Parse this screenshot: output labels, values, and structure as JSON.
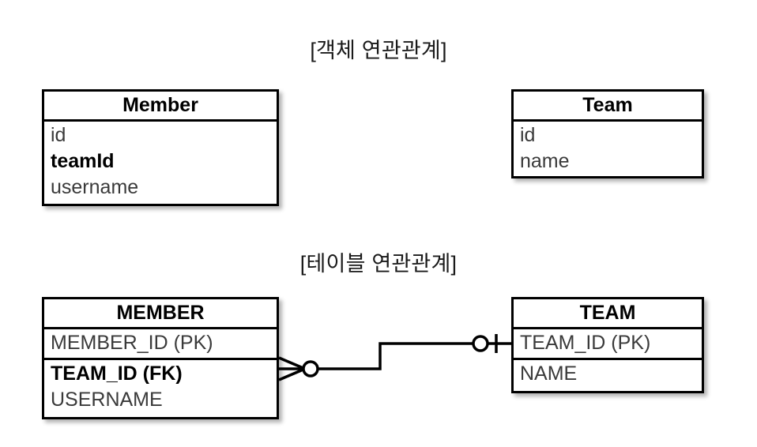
{
  "diagram": {
    "sections": [
      {
        "id": "object-model",
        "caption": "[객체 연관관계]",
        "boxes": [
          {
            "id": "member-entity",
            "title": "Member",
            "attributes": [
              {
                "label": "id",
                "emphasis": false
              },
              {
                "label": "teamId",
                "emphasis": true
              },
              {
                "label": "username",
                "emphasis": false
              }
            ]
          },
          {
            "id": "team-entity",
            "title": "Team",
            "attributes": [
              {
                "label": "id",
                "emphasis": false
              },
              {
                "label": "name",
                "emphasis": false
              }
            ]
          }
        ]
      },
      {
        "id": "table-model",
        "caption": "[테이블 연관관계]",
        "boxes": [
          {
            "id": "member-table",
            "title": "MEMBER",
            "groups": [
              [
                {
                  "label": "MEMBER_ID (PK)",
                  "emphasis": false
                }
              ],
              [
                {
                  "label": "TEAM_ID (FK)",
                  "emphasis": true
                },
                {
                  "label": "USERNAME",
                  "emphasis": false
                }
              ]
            ]
          },
          {
            "id": "team-table",
            "title": "TEAM",
            "groups": [
              [
                {
                  "label": "TEAM_ID (PK)",
                  "emphasis": false
                }
              ],
              [
                {
                  "label": "NAME",
                  "emphasis": false
                }
              ]
            ]
          }
        ],
        "relationship": {
          "from": "member-table",
          "to": "team-table",
          "from_cardinality": "many-crows-foot-zero",
          "to_cardinality": "one-and-only-one-zero"
        }
      }
    ]
  },
  "colors": {
    "stroke": "#000000",
    "title_text": "#000000",
    "attribute_text": "#3a3a3a",
    "emphasis_text": "#000000",
    "background": "#ffffff"
  }
}
